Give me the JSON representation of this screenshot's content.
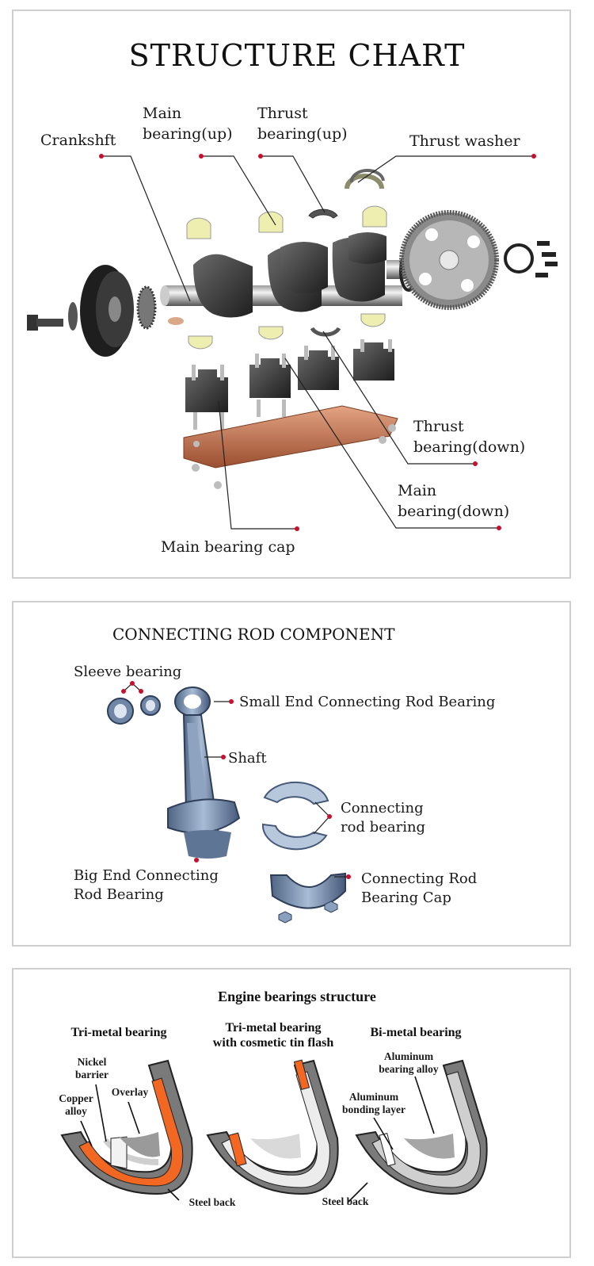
{
  "structure_chart": {
    "title": "STRUCTURE CHART",
    "labels": {
      "crankshaft": "Crankshft",
      "main_bearing_up": "Main\nbearing(up)",
      "thrust_bearing_up": "Thrust\nbearing(up)",
      "thrust_washer": "Thrust washer",
      "thrust_bearing_down": "Thrust\nbearing(down)",
      "main_bearing_down": "Main\nbearing(down)",
      "main_bearing_cap": "Main bearing cap"
    }
  },
  "connecting_rod": {
    "title": "CONNECTING ROD COMPONENT",
    "labels": {
      "sleeve_bearing": "Sleeve bearing",
      "small_end": "Small End Connecting Rod Bearing",
      "shaft": "Shaft",
      "rod_bearing": "Connecting\nrod bearing",
      "big_end": "Big End Connecting\nRod Bearing",
      "bearing_cap": "Connecting Rod\nBearing Cap"
    }
  },
  "bearings_structure": {
    "title": "Engine bearings structure",
    "columns": [
      {
        "title": "Tri-metal bearing"
      },
      {
        "title": "Tri-metal bearing\nwith cosmetic tin flash"
      },
      {
        "title": "Bi-metal bearing"
      }
    ],
    "labels": {
      "nickel_barrier": "Nickel\nbarrier",
      "copper_alloy": "Copper\nalloy",
      "overlay": "Overlay",
      "steel_back_1": "Steel back",
      "aluminum_bearing_alloy": "Aluminum\nbearing alloy",
      "aluminum_bonding_layer": "Aluminum\nbonding layer",
      "steel_back_3": "Steel back"
    }
  },
  "colors": {
    "leader_dot": "#c8102e",
    "copper_layer": "#f26722",
    "steel": "#7a7a7a",
    "bearing_shell": "#eeeeb0",
    "plate": "#c0704e",
    "rod_blue": "#6f86a6"
  }
}
